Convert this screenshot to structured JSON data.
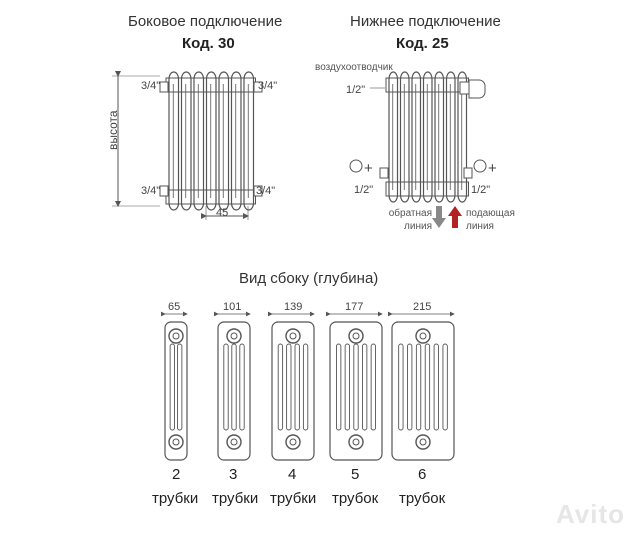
{
  "side_connection": {
    "title": "Боковое подключение",
    "code": "Код. 30",
    "thread_tl": "3/4\"",
    "thread_tr": "3/4\"",
    "thread_bl": "3/4\"",
    "thread_br": "3/4\"",
    "height_label": "высота",
    "offset": "45"
  },
  "bottom_connection": {
    "title": "Нижнее подключение",
    "code": "Код. 25",
    "air_vent": "воздухоотводчик",
    "thread_top": "1/2\"",
    "thread_bl": "1/2\"",
    "thread_br": "1/2\"",
    "plus_left": "+",
    "plus_right": "+",
    "return_line": "обратная линия",
    "supply_line": "подающая линия"
  },
  "side_view": {
    "title": "Вид сбоку (глубина)",
    "items": [
      {
        "width": "65",
        "count": "2",
        "unit": "трубки",
        "tubes": 2
      },
      {
        "width": "101",
        "count": "3",
        "unit": "трубки",
        "tubes": 3
      },
      {
        "width": "139",
        "count": "4",
        "unit": "трубки",
        "tubes": 4
      },
      {
        "width": "177",
        "count": "5",
        "unit": "трубок",
        "tubes": 5
      },
      {
        "width": "215",
        "count": "6",
        "unit": "трубок",
        "tubes": 6
      }
    ]
  },
  "watermark": "Avito",
  "colors": {
    "line": "#555555",
    "supply": "#b22222",
    "return": "#888888"
  }
}
